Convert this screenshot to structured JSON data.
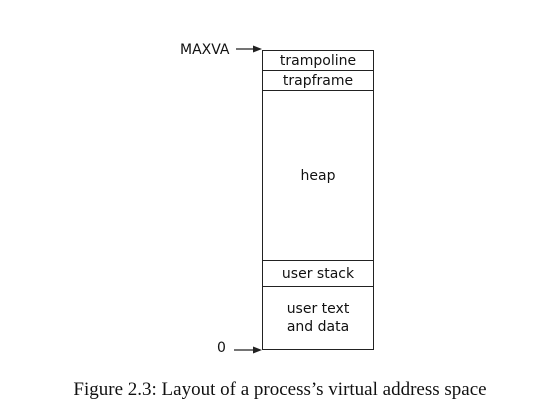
{
  "diagram": {
    "address_labels": {
      "top": "MAXVA",
      "bottom": "0"
    },
    "segments": [
      {
        "id": "trampoline",
        "label": "trampoline"
      },
      {
        "id": "trapframe",
        "label": "trapframe"
      },
      {
        "id": "heap",
        "label": "heap"
      },
      {
        "id": "user-stack",
        "label": "user stack"
      },
      {
        "id": "user-text-data",
        "label": "user text\nand data"
      }
    ],
    "caption": "Figure 2.3: Layout of a process’s virtual address space"
  }
}
